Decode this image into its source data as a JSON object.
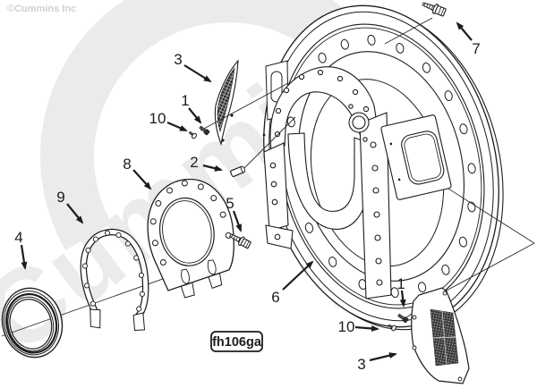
{
  "copyright": "©Cummins Inc",
  "watermark": "Cummins",
  "figure_code": "fh106ga",
  "colors": {
    "line": "#1c1c1c",
    "thin_line": "#2a2a2a",
    "watermark": "#ebebeb",
    "copyright_gray": "#d0d0d0",
    "mesh_dark": "#333333",
    "background": "#ffffff"
  },
  "callouts": [
    {
      "id": "callout-3-top",
      "label": "3"
    },
    {
      "id": "callout-1-top",
      "label": "1"
    },
    {
      "id": "callout-10-top",
      "label": "10"
    },
    {
      "id": "callout-2",
      "label": "2"
    },
    {
      "id": "callout-8",
      "label": "8"
    },
    {
      "id": "callout-9",
      "label": "9"
    },
    {
      "id": "callout-5",
      "label": "5"
    },
    {
      "id": "callout-4",
      "label": "4"
    },
    {
      "id": "callout-6",
      "label": "6"
    },
    {
      "id": "callout-7",
      "label": "7"
    },
    {
      "id": "callout-1-bottom",
      "label": "1"
    },
    {
      "id": "callout-10-bottom",
      "label": "10"
    },
    {
      "id": "callout-3-bottom",
      "label": "3"
    }
  ]
}
